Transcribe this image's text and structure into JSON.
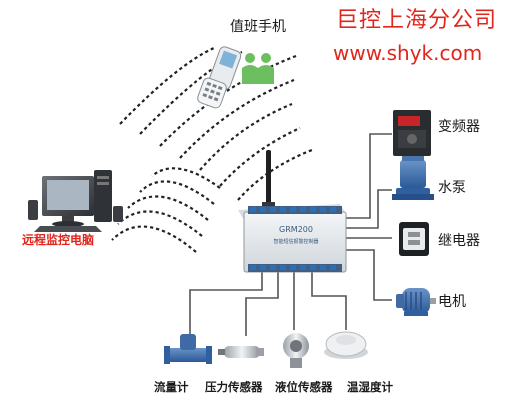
{
  "company": {
    "name": "巨控上海分公司",
    "url": "www.shyk.com"
  },
  "phone": {
    "label": "值班手机"
  },
  "pc": {
    "label": "远程监控电脑"
  },
  "controller": {
    "model": "GRM200",
    "subtitle": "智能短信报警控制器"
  },
  "devices": [
    {
      "key": "inverter",
      "label": "变频器",
      "icon": "inverter-icon"
    },
    {
      "key": "pump",
      "label": "水泵",
      "icon": "water-pump-icon"
    },
    {
      "key": "relay",
      "label": "继电器",
      "icon": "relay-icon"
    },
    {
      "key": "motor",
      "label": "电机",
      "icon": "motor-icon"
    }
  ],
  "sensors": [
    {
      "key": "flow",
      "label": "流量计",
      "icon": "flow-meter-icon"
    },
    {
      "key": "pressure",
      "label": "压力传感器",
      "icon": "pressure-sensor-icon"
    },
    {
      "key": "level",
      "label": "液位传感器",
      "icon": "level-sensor-icon"
    },
    {
      "key": "temp",
      "label": "温湿度计",
      "icon": "temperature-humidity-sensor-icon"
    }
  ],
  "colors": {
    "brand": "#e0261d",
    "wire": "#555555",
    "waves": "#222222",
    "controller": "#e9ecef"
  }
}
